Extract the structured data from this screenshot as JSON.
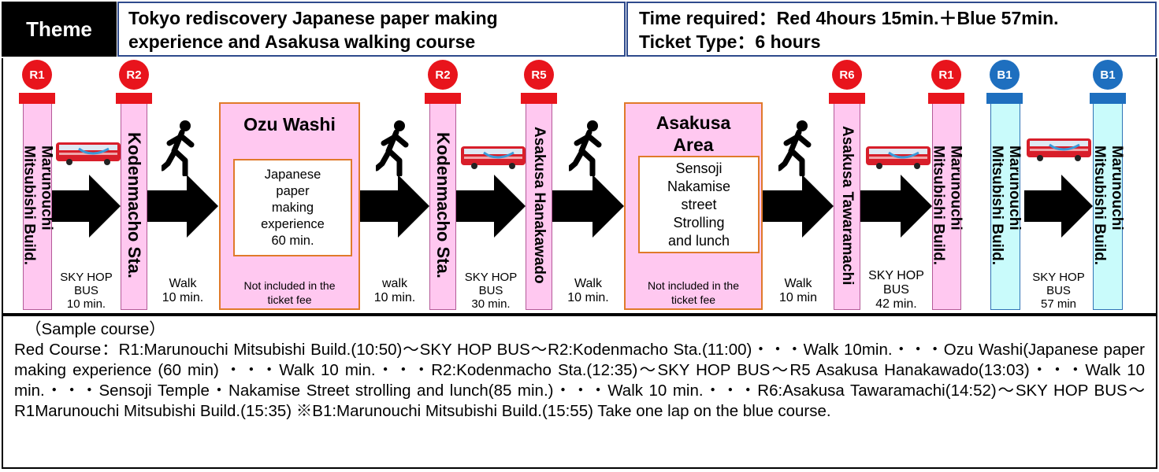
{
  "header": {
    "theme_label": "Theme",
    "title_line1": "Tokyo rediscovery Japanese paper making",
    "title_line2": "experience and Asakusa walking course",
    "time_line1": "Time required：Red 4hours 15min.＋Blue 57min.",
    "time_line2": "Ticket Type：6 hours"
  },
  "stops": [
    {
      "code": "R1",
      "name": "Marunouchi\nMitsubishi Build.",
      "color": "#e8141c"
    },
    {
      "code": "R2",
      "name": "Kodenmacho Sta.",
      "color": "#e8141c"
    },
    {
      "code": "R2",
      "name": "Kodenmacho Sta.",
      "color": "#e8141c"
    },
    {
      "code": "R5",
      "name": "Asakusa Hanakawado",
      "color": "#e8141c"
    },
    {
      "code": "R6",
      "name": "Asakusa Tawaramachi",
      "color": "#e8141c"
    },
    {
      "code": "R1",
      "name": "Marunouchi\nMitsubishi Build.",
      "color": "#e8141c"
    },
    {
      "code": "B1",
      "name": "Marunouchi\nMitsubishi Build.",
      "color": "#1e6fbf"
    },
    {
      "code": "B1",
      "name": "Marunouchi\nMitsubishi Build.",
      "color": "#1e6fbf"
    }
  ],
  "legs": [
    {
      "icon": "bus-icon",
      "line1": "SKY HOP",
      "line2": "BUS",
      "line3": "10 min."
    },
    {
      "icon": "walk-icon",
      "line1": "Walk",
      "line2": "10 min."
    },
    {
      "icon": "walk-icon",
      "line1": "walk",
      "line2": "10 min."
    },
    {
      "icon": "bus-icon",
      "line1": "SKY HOP",
      "line2": "BUS",
      "line3": "30 min."
    },
    {
      "icon": "walk-icon",
      "line1": "Walk",
      "line2": "10 min."
    },
    {
      "icon": "walk-icon",
      "line1": "Walk",
      "line2": "10 min"
    },
    {
      "icon": "bus-icon",
      "line1": "SKY HOP",
      "line2": "BUS",
      "line3": "42 min."
    },
    {
      "icon": "bus-icon",
      "line1": "SKY HOP",
      "line2": "BUS",
      "line3": "57 min"
    }
  ],
  "destinations": [
    {
      "title": "Ozu Washi",
      "activity": [
        "Japanese",
        "paper",
        "making",
        "experience",
        "60 min."
      ],
      "note1": "Not included in the",
      "note2": "ticket fee"
    },
    {
      "title1": "Asakusa",
      "title2": "Area",
      "activity": [
        "Sensoji",
        "Nakamise",
        "street",
        "Strolling",
        "and lunch"
      ],
      "note1": "Not included in the",
      "note2": "ticket fee"
    }
  ],
  "notes": {
    "heading": "（Sample course）",
    "body": "Red Course：R1:Marunouchi Mitsubishi Build.(10:50)～SKY HOP BUS～R2:Kodenmacho Sta.(11:00)・・・Walk 10min.・・・Ozu Washi(Japanese paper making experience (60 min) ・・・Walk 10 min.・・・R2:Kodenmacho Sta.(12:35)～SKY HOP BUS～R5 Asakusa Hanakawado(13:03)・・・Walk 10 min.・・・Sensoji Temple・Nakamise Street strolling and lunch(85 min.)・・・Walk 10 min.・・・R6:Asakusa Tawaramachi(14:52)～SKY HOP BUS～R1Marunouchi Mitsubishi Build.(15:35) ※B1:Marunouchi Mitsubishi Build.(15:55) Take one lap on the blue course."
  },
  "colors": {
    "red_route": "#e8141c",
    "blue_route": "#1e6fbf",
    "pink_fill": "#ffc8f0",
    "cyan_fill": "#c9fbfb",
    "orange_border": "#e07a2a",
    "header_border": "#2e4a8c"
  }
}
